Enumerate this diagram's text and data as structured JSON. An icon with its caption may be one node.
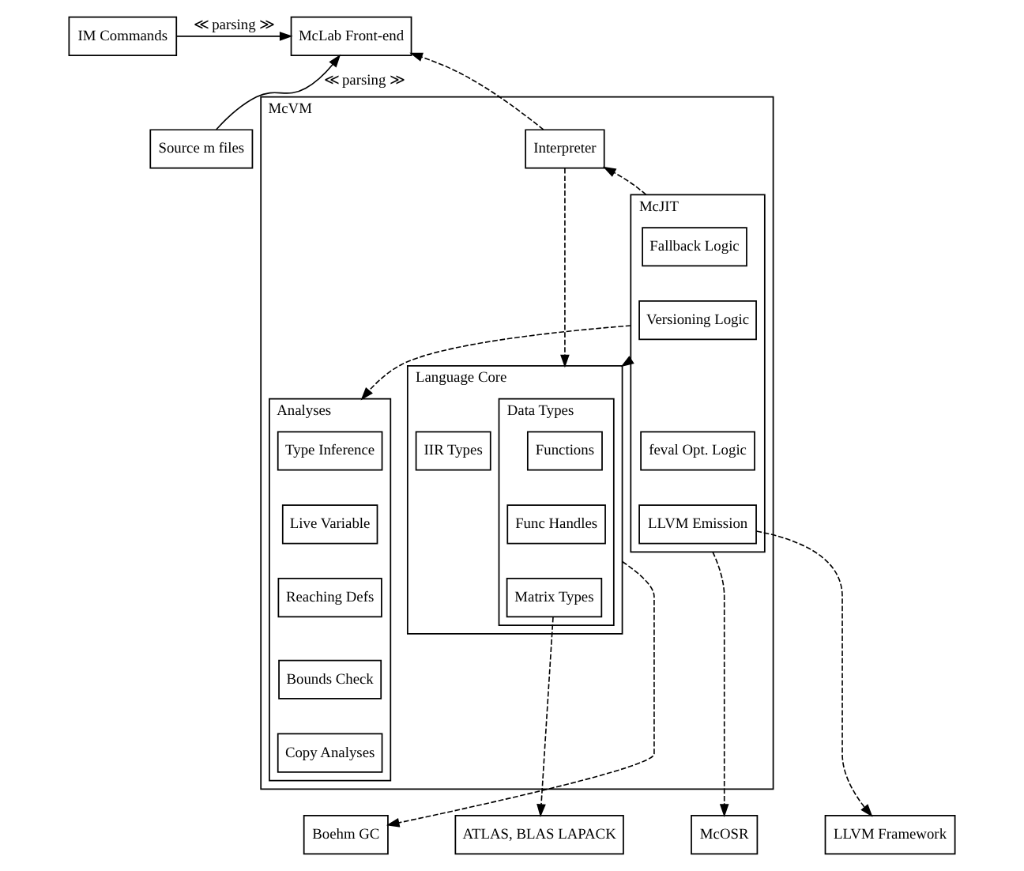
{
  "diagram": {
    "nodes": [
      {
        "text": [
          "McLab Front-end"
        ]
      },
      {
        "text": [
          "IM Commands"
        ]
      },
      {
        "text": [
          "Source m files"
        ]
      },
      {
        "text": [
          "McVM"
        ]
      },
      {
        "text": [
          "Language Core"
        ],
        "in": 3
      },
      {
        "text": [
          "IIR Types"
        ],
        "in": 4
      },
      {
        "text": [
          "Data Types"
        ],
        "in": 4
      },
      {
        "text": [
          "Functions"
        ],
        "in": 6
      },
      {
        "text": [
          "Func Handles"
        ],
        "in": 6
      },
      {
        "text": [
          "Matrix Types"
        ],
        "in": 6
      },
      {
        "text": [
          "Interpreter"
        ],
        "in": 3
      },
      {
        "text": [
          "McJIT"
        ],
        "in": 3
      },
      {
        "text": [
          "Fallback Logic"
        ],
        "in": 11
      },
      {
        "text": [
          "Versioning Logic"
        ],
        "in": 11
      },
      {
        "text": [
          "feval Opt. Logic"
        ],
        "in": 11
      },
      {
        "text": [
          "LLVM Emission"
        ],
        "in": 11
      },
      {
        "text": [
          "Analyses"
        ],
        "in": 3
      },
      {
        "text": [
          "Type Inference"
        ],
        "in": 16
      },
      {
        "text": [
          "Live Variable"
        ],
        "in": 16
      },
      {
        "text": [
          "Reaching Defs"
        ],
        "in": 16
      },
      {
        "text": [
          "Bounds Check"
        ],
        "in": 16
      },
      {
        "text": [
          "Copy Analyses"
        ],
        "in": 16
      },
      {
        "text": [
          "Boehm GC"
        ]
      },
      {
        "text": [
          "ATLAS, BLAS LAPACK"
        ]
      },
      {
        "text": [
          "McOSR"
        ]
      },
      {
        "text": [
          "LLVM Framework"
        ]
      }
    ],
    "edges": [
      {
        "from": 1,
        "to": 0,
        "arrow": "to",
        "label": "≪ parsing ≫"
      },
      {
        "from": 2,
        "to": 0,
        "arrow": "to",
        "label": "≪ parsing ≫"
      },
      {
        "from": 10,
        "to": 0,
        "arrow": "to",
        "style": "dashed"
      },
      {
        "from": 10,
        "to": 4,
        "arrow": "to",
        "style": "dashed"
      },
      {
        "from": 11,
        "to": 10,
        "arrow": "to",
        "style": "dashed"
      },
      {
        "from": 11,
        "to": 4,
        "arrow": "to",
        "style": "dashed"
      },
      {
        "from": 11,
        "to": 16,
        "arrow": "to",
        "style": "dashed"
      },
      {
        "from": 4,
        "to": 22,
        "arrow": "to",
        "style": "dashed"
      },
      {
        "from": 9,
        "to": 23,
        "arrow": "to",
        "style": "dashed"
      },
      {
        "from": 11,
        "to": 24,
        "arrow": "to",
        "style": "dashed"
      },
      {
        "from": 15,
        "to": 25,
        "arrow": "to",
        "style": "dashed"
      }
    ]
  }
}
